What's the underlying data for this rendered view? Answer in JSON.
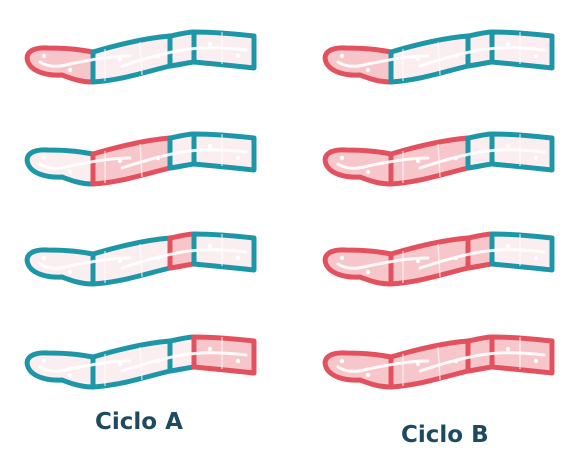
{
  "colors": {
    "inflated_outline": "#e3515e",
    "inflated_fill": "#f7c6cb",
    "deflated_outline": "#1d97a8",
    "deflated_fill": "#fbeef0",
    "core": "#ffffff",
    "label": "#1d4a5e"
  },
  "cycles": [
    {
      "label": "Ciclo A",
      "steps": [
        {
          "inflated": [
            1
          ]
        },
        {
          "inflated": [
            2
          ]
        },
        {
          "inflated": [
            3
          ]
        },
        {
          "inflated": [
            4
          ]
        }
      ]
    },
    {
      "label": "Ciclo B",
      "steps": [
        {
          "inflated": [
            1
          ]
        },
        {
          "inflated": [
            1,
            2
          ]
        },
        {
          "inflated": [
            1,
            2,
            3
          ]
        },
        {
          "inflated": [
            1,
            2,
            3,
            4
          ]
        }
      ]
    }
  ]
}
